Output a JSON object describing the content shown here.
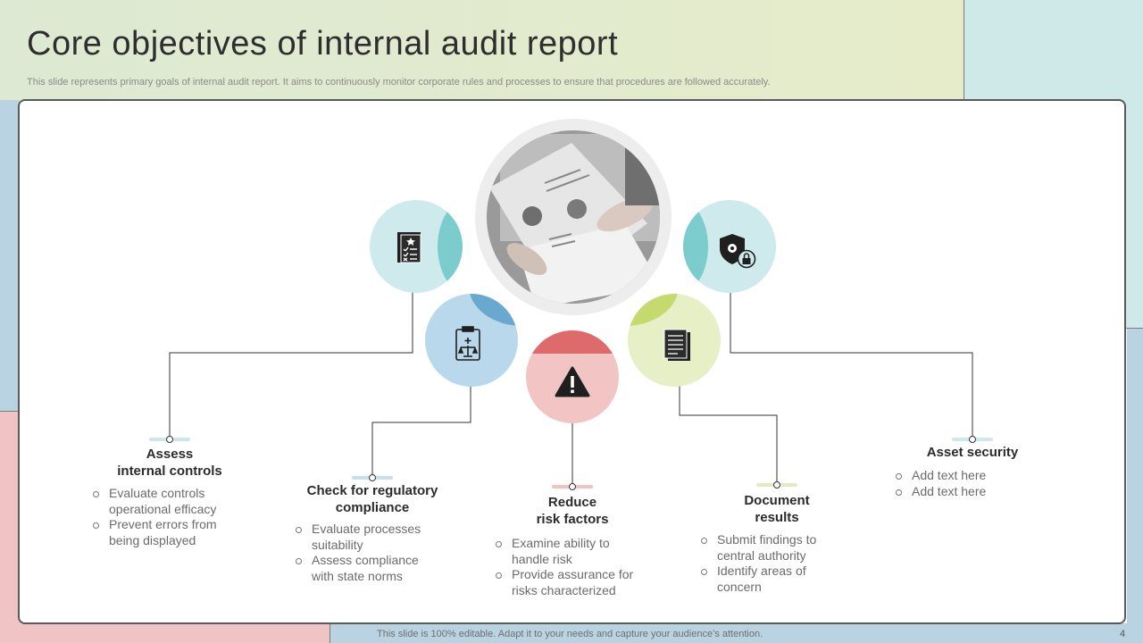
{
  "title": "Core objectives of internal audit report",
  "subtitle": "This slide represents primary goals of internal audit report. It aims to continuously monitor corporate rules and processes to ensure that procedures are followed accurately.",
  "footer": "This slide is 100% editable. Adapt it to your needs and capture your audience’s attention.",
  "page_number": "4",
  "colors": {
    "teal": "#7ccbcd",
    "blue": "#6aa9cf",
    "red": "#de6b6b",
    "green": "#c4d96e"
  },
  "objectives": [
    {
      "title_line1": "Assess",
      "title_line2": "internal controls",
      "icon": "checklist-document-icon",
      "bullets": [
        "Evaluate controls operational efficacy",
        "Prevent errors from being displayed"
      ]
    },
    {
      "title_line1": "Check for regulatory",
      "title_line2": "compliance",
      "icon": "legal-clipboard-icon",
      "bullets": [
        "Evaluate processes suitability",
        "Assess compliance with state norms"
      ]
    },
    {
      "title_line1": "Reduce",
      "title_line2": "risk factors",
      "icon": "warning-icon",
      "bullets": [
        "Examine ability to handle risk",
        "Provide assurance for risks characterized"
      ]
    },
    {
      "title_line1": "Document",
      "title_line2": "results",
      "icon": "document-pages-icon",
      "bullets": [
        "Submit findings to central authority",
        "Identify areas of concern"
      ]
    },
    {
      "title_line1": "Asset security",
      "title_line2": "",
      "icon": "shield-lock-icon",
      "bullets": [
        "Add text here",
        "Add text here"
      ]
    }
  ],
  "center_image": "audit-report-photo"
}
